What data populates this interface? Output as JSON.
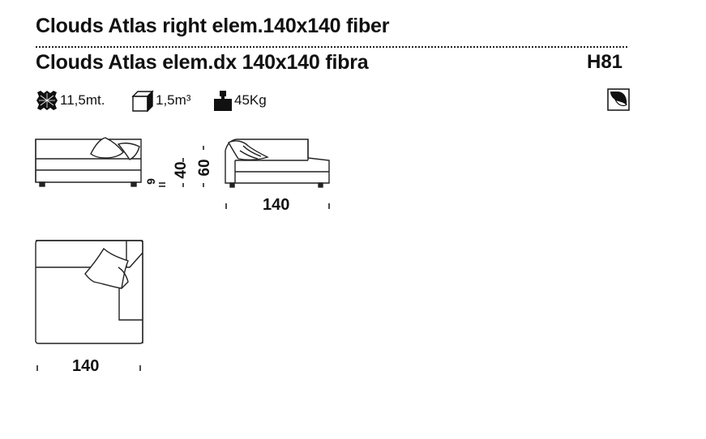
{
  "header": {
    "title_en": "Clouds Atlas right elem.140x140 fiber",
    "title_it": "Clouds Atlas elem.dx 140x140 fibra",
    "model_code": "H81"
  },
  "specs": {
    "fabric": {
      "icon": "fabric-icon",
      "value": "11,5mt."
    },
    "volume": {
      "icon": "box-icon",
      "value": "1,5m³"
    },
    "weight": {
      "icon": "weight-icon",
      "value": "45Kg"
    },
    "filling_icon": "fiber-filling-icon"
  },
  "dimensions": {
    "leg_height": "9",
    "seat_height": "40",
    "back_height": "60",
    "width_side": "140",
    "width_top": "140"
  }
}
